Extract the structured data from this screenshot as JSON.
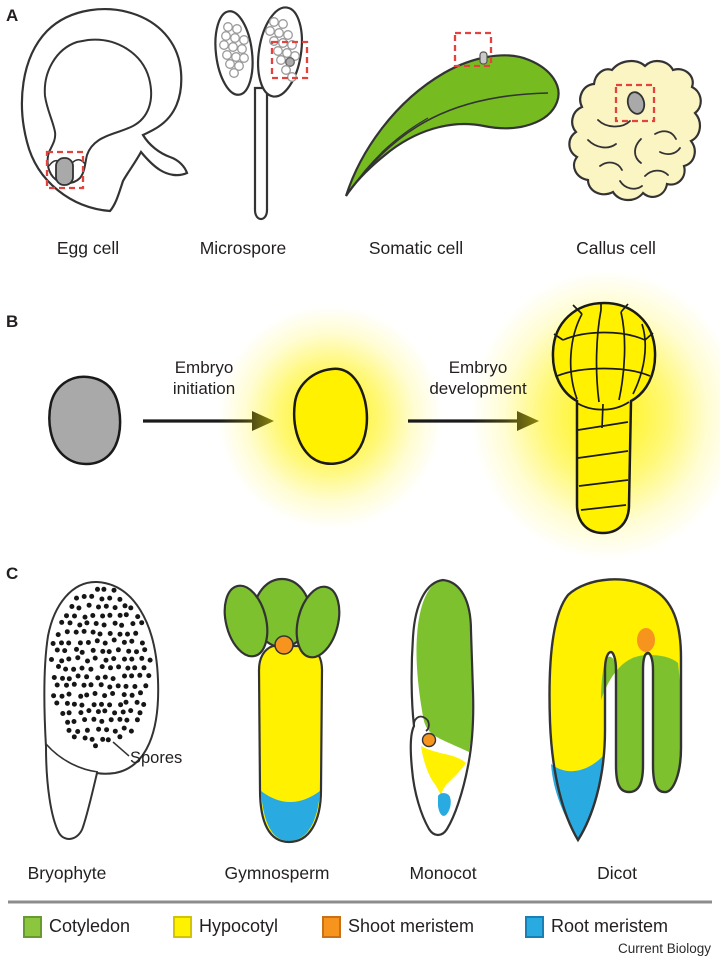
{
  "figure": {
    "panel_a": {
      "label": "A",
      "cells": [
        {
          "name": "Egg cell"
        },
        {
          "name": "Microspore"
        },
        {
          "name": "Somatic cell"
        },
        {
          "name": "Callus cell"
        }
      ]
    },
    "panel_b": {
      "label": "B",
      "step1": "Embryo\ninitiation",
      "step2": "Embryo\ndevelopment"
    },
    "panel_c": {
      "label": "C",
      "spores_annotation": "Spores",
      "embryos": [
        {
          "name": "Bryophyte"
        },
        {
          "name": "Gymnosperm"
        },
        {
          "name": "Monocot"
        },
        {
          "name": "Dicot"
        }
      ]
    },
    "legend": {
      "items": [
        {
          "label": "Cotyledon",
          "color": "#8CC63E",
          "border": "#679B2F"
        },
        {
          "label": "Hypocotyl",
          "color": "#FFF200",
          "border": "#D3C400"
        },
        {
          "label": "Shoot meristem",
          "color": "#F7941E",
          "border": "#C87117"
        },
        {
          "label": "Root meristem",
          "color": "#29ABE2",
          "border": "#1880B4"
        }
      ]
    },
    "colors": {
      "highlight_box": "#E2433F",
      "competent_cell_gray": "#A9A9A9",
      "embryo_yellow": "#FFF100"
    },
    "credit": "Current Biology"
  }
}
